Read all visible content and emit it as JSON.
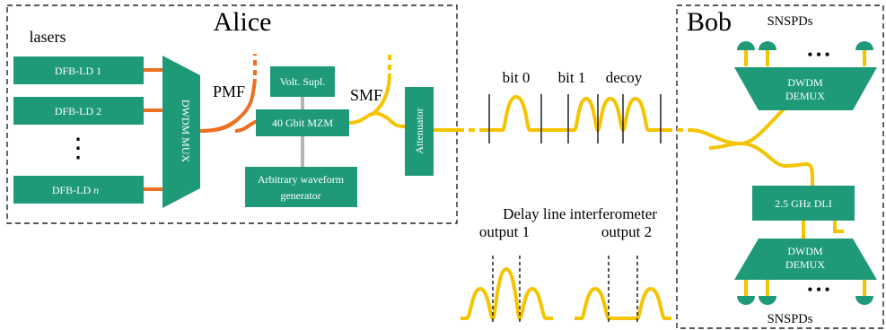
{
  "alice": {
    "title": "Alice",
    "lasers_label": "lasers",
    "lasers": [
      "DFB-LD 1",
      "DFB-LD 2",
      "DFB-LD "
    ],
    "laser_n": "n",
    "ellipsis": "⋮",
    "mux_label": "DWDM MUX",
    "pmf_label": "PMF",
    "volt_label": "Volt. Supl.",
    "mzm_label": "40 Gbit MZM",
    "awg_line1": "Arbitrary waveform",
    "awg_line2": "generator",
    "smf_label": "SMF",
    "attenuator_label": "Attenuator"
  },
  "channel": {
    "bit0": "bit 0",
    "bit1": "bit 1",
    "decoy": "decoy"
  },
  "dli_output": {
    "title": "Delay line interferometer",
    "output1": "output 1",
    "output2": "output 2"
  },
  "bob": {
    "title": "Bob",
    "snspds_top": "SNSPDs",
    "snspds_bottom": "SNSPDs",
    "demux_top_line1": "DWDM",
    "demux_top_line2": "DEMUX",
    "demux_bottom_line1": "DWDM",
    "demux_bottom_line2": "DEMUX",
    "dli_label": "2.5 GHz DLI",
    "dots": "• • •"
  },
  "colors": {
    "component": "#1e9a79",
    "pmf_fiber": "#ec6f22",
    "smf_fiber": "#f5c400",
    "electrical": "#b5b5b5"
  }
}
